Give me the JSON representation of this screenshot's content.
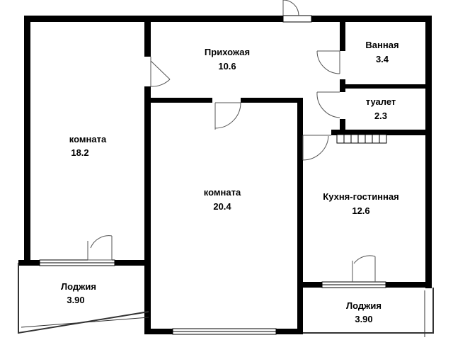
{
  "plan": {
    "colors": {
      "wall": "#000000",
      "background": "#ffffff",
      "line": "#555555"
    },
    "rooms": [
      {
        "id": "hallway",
        "name": "Прихожая",
        "area": "10.6"
      },
      {
        "id": "bathroom",
        "name": "Ванная",
        "area": "3.4"
      },
      {
        "id": "toilet",
        "name": "туалет",
        "area": "2.3"
      },
      {
        "id": "room-left",
        "name": "комната",
        "area": "18.2"
      },
      {
        "id": "room-center",
        "name": "комната",
        "area": "20.4"
      },
      {
        "id": "kitchen",
        "name": "Кухня-гостинная",
        "area": "12.6"
      },
      {
        "id": "loggia-left",
        "name": "Лоджия",
        "area": "3.90"
      },
      {
        "id": "loggia-right",
        "name": "Лоджия",
        "area": "3.90"
      }
    ]
  }
}
